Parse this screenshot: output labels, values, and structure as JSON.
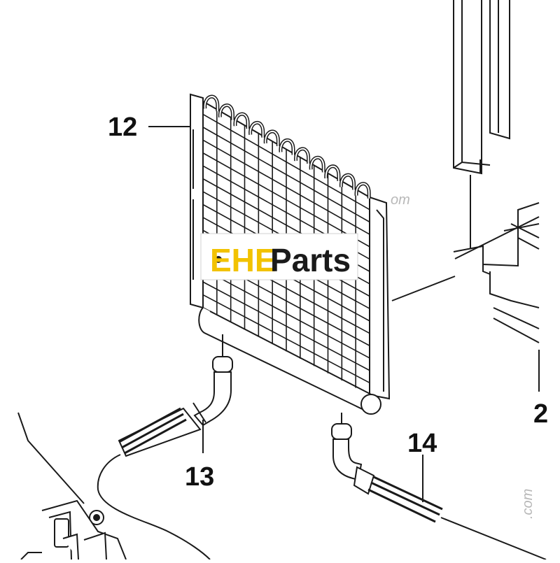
{
  "callouts": {
    "item_12": "12",
    "item_13": "13",
    "item_14": "14",
    "item_partial": "2"
  },
  "logo": {
    "brand_a": "EHE",
    "brand_b": "Parts",
    "color_a": "#f2c200",
    "color_b": "#1a1a1a"
  },
  "watermarks": {
    "right_top": "om",
    "right_bottom": ".com"
  },
  "colors": {
    "line": "#1a1a1a",
    "background": "#ffffff"
  }
}
